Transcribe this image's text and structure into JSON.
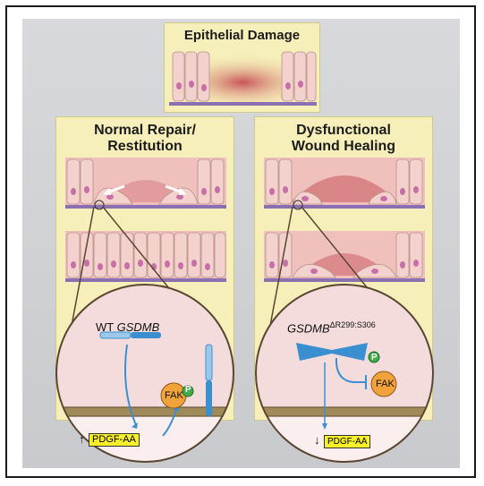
{
  "top": {
    "title": "Epithelial Damage"
  },
  "left": {
    "title": "Normal Repair/\nRestitution",
    "gene_prefix": "WT ",
    "gene": "GSDMB",
    "fak": "FAK",
    "p": "P",
    "arrow": "↑",
    "growth_factor": "PDGF-AA"
  },
  "right": {
    "title": "Dysfunctional\nWound Healing",
    "gene": "GSDMB",
    "mutation": "ΔR299:S306",
    "fak": "FAK",
    "p": "P",
    "arrow": "↓",
    "growth_factor": "PDGF-AA"
  },
  "colors": {
    "panel": "#f6efb9",
    "background": "#cfd1d4",
    "cell_pink": "#f1c9c4",
    "wound": "#c8545a",
    "membrane": "#8a6fb3",
    "fak": "#f2a23a",
    "phospho": "#3fae49",
    "gsdmb": "#3a8fd0",
    "pdgf_box": "#f6f02a"
  }
}
